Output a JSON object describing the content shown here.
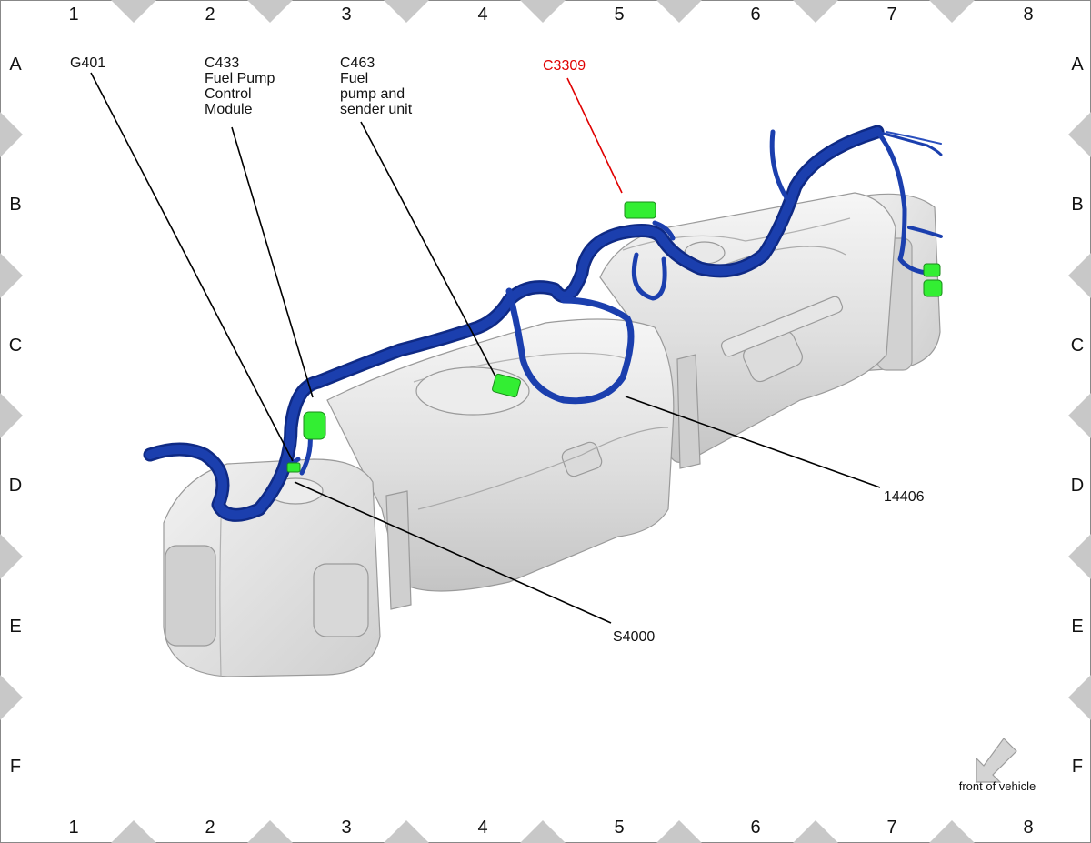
{
  "grid": {
    "columns": [
      "1",
      "2",
      "3",
      "4",
      "5",
      "6",
      "7",
      "8"
    ],
    "rows": [
      "A",
      "B",
      "C",
      "D",
      "E",
      "F"
    ]
  },
  "callouts": {
    "g401": {
      "lines": [
        "G401"
      ]
    },
    "c433": {
      "lines": [
        "C433",
        "Fuel Pump",
        "Control",
        "Module"
      ]
    },
    "c463": {
      "lines": [
        "C463",
        "Fuel",
        "pump and",
        "sender unit"
      ]
    },
    "c3309": {
      "lines": [
        "C3309"
      ],
      "color": "#e00000"
    },
    "p14406": {
      "lines": [
        "14406"
      ]
    },
    "s4000": {
      "lines": [
        "S4000"
      ]
    }
  },
  "orientation": {
    "label": "front of vehicle"
  },
  "colors": {
    "harness": "#1b3fae",
    "harness_dark": "#0f2a85",
    "connector": "#33ee33",
    "tank": "#e3e3e3",
    "border_marker": "#c8c8c8"
  }
}
